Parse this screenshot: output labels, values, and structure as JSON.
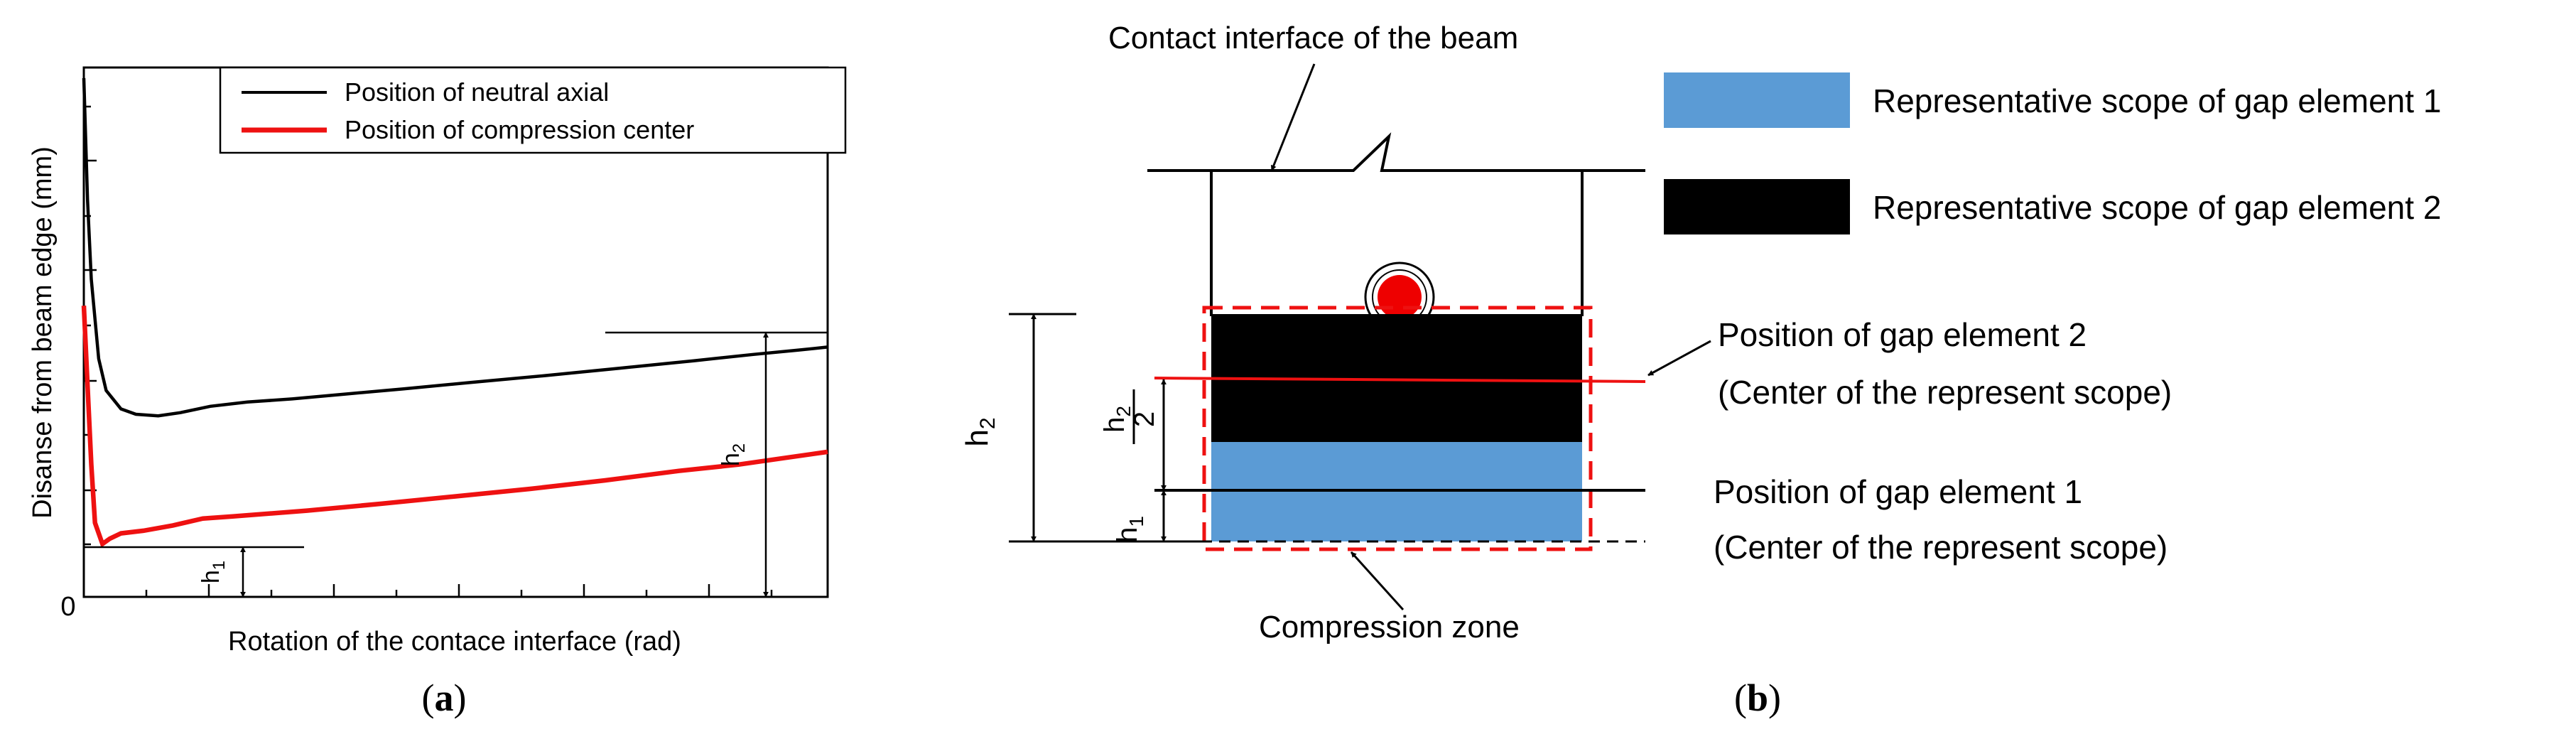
{
  "panel_a": {
    "ylabel": "Disanse from beam edge (mm)",
    "xlabel": "Rotation of the contace interface  (rad)",
    "origin_label": "0",
    "caption_open": "(",
    "caption_letter": "a",
    "caption_close": ")",
    "legend": [
      {
        "label": "Position of neutral axial",
        "color": "#000000"
      },
      {
        "label": "Position of compression center",
        "color": "#ee1111"
      }
    ],
    "h1_label": "h",
    "h1_sub": "1",
    "h2_label": "h",
    "h2_sub": "2"
  },
  "chart_data": {
    "type": "line",
    "title": "",
    "xlabel": "Rotation of the contace interface  (rad)",
    "ylabel": "Disanse from beam edge (mm)",
    "xlim": [
      0,
      1
    ],
    "ylim": [
      0,
      1
    ],
    "grid": false,
    "legend_position": "top-right",
    "series": [
      {
        "name": "Position of neutral axial",
        "color": "#000000",
        "x": [
          0.0,
          0.005,
          0.01,
          0.02,
          0.03,
          0.05,
          0.07,
          0.1,
          0.13,
          0.17,
          0.22,
          0.28,
          0.35,
          0.43,
          0.52,
          0.62,
          0.72,
          0.82,
          0.9,
          0.96,
          1.0
        ],
        "y": [
          0.98,
          0.75,
          0.6,
          0.45,
          0.39,
          0.355,
          0.345,
          0.342,
          0.348,
          0.36,
          0.368,
          0.374,
          0.383,
          0.393,
          0.405,
          0.418,
          0.432,
          0.446,
          0.458,
          0.466,
          0.472
        ]
      },
      {
        "name": "Position of compression center",
        "color": "#ee1111",
        "x": [
          0.0,
          0.005,
          0.01,
          0.015,
          0.025,
          0.035,
          0.05,
          0.08,
          0.12,
          0.16,
          0.2,
          0.3,
          0.4,
          0.5,
          0.6,
          0.7,
          0.8,
          0.88,
          0.94,
          1.0
        ],
        "y": [
          0.55,
          0.4,
          0.25,
          0.14,
          0.1,
          0.11,
          0.12,
          0.125,
          0.135,
          0.148,
          0.152,
          0.163,
          0.176,
          0.19,
          0.204,
          0.22,
          0.238,
          0.25,
          0.262,
          0.274
        ]
      }
    ]
  },
  "panel_b": {
    "title_top": "Contact interface of the beam",
    "legend": [
      {
        "label": "Representative scope of gap element 1",
        "color": "#5b9bd5"
      },
      {
        "label": "Representative scope of gap element 2",
        "color": "#000000"
      }
    ],
    "gap2_line1": "Position of gap element 2",
    "gap2_line2": "(Center of the represent scope)",
    "gap1_line1": "Position of gap element 1",
    "gap1_line2": "(Center of the represent scope)",
    "compression_zone": "Compression zone",
    "h2_label": "h",
    "h2_sub": "2",
    "h2half_label": "h",
    "h2half_sub": "2",
    "h2half_denominator": "2",
    "h1_label": "h",
    "h1_sub": "1",
    "caption_open": "(",
    "caption_letter": "b",
    "caption_close": ")"
  }
}
